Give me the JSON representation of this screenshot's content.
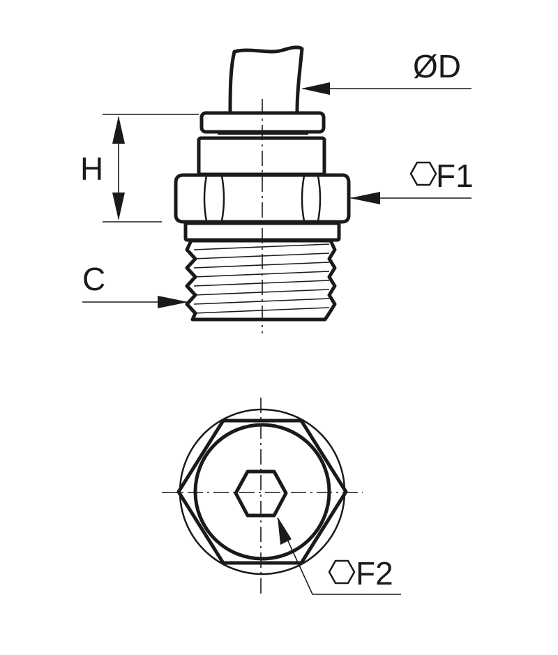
{
  "labels": {
    "diameter": "ØD",
    "height": "H",
    "hex_1": "F1",
    "thread": "C",
    "hex_2": "F2"
  },
  "icons": {
    "hex_1": "hexagon-icon",
    "hex_2": "hexagon-icon"
  },
  "colors": {
    "line": "#1a1a1a",
    "background": "#ffffff"
  }
}
